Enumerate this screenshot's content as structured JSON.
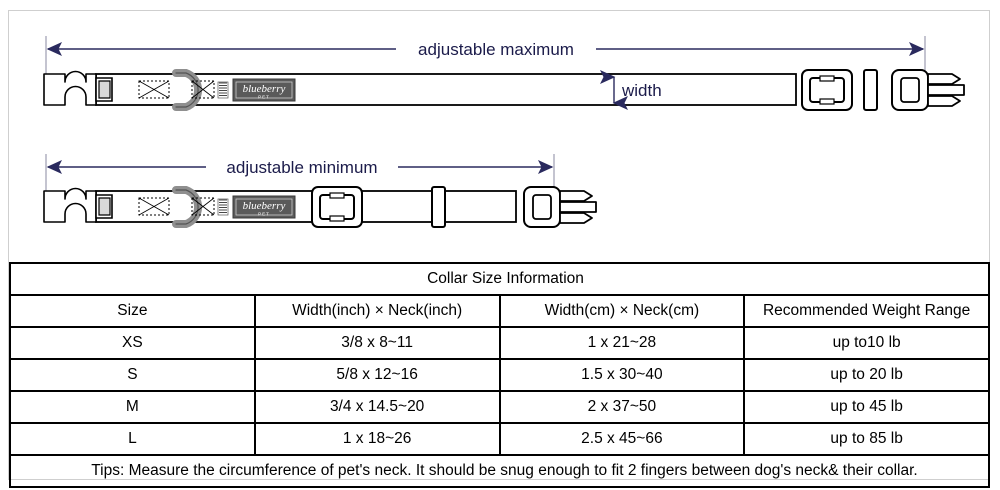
{
  "diagram": {
    "max_label": "adjustable maximum",
    "min_label": "adjustable minimum",
    "width_label": "width",
    "brand_name": "blueberry",
    "brand_sub": "PET",
    "colors": {
      "dimension_line": "#2a2a5e",
      "strap_outline": "#000000",
      "hardware_gray": "#9a9a9a",
      "label_patch": "#5a5a5a",
      "frame": "#cfcfcf"
    }
  },
  "table": {
    "title": "Collar Size Information",
    "headers": [
      "Size",
      "Width(inch)  ×  Neck(inch)",
      "Width(cm)  ×  Neck(cm)",
      "Recommended Weight Range"
    ],
    "rows": [
      [
        "XS",
        "3/8 x 8~11",
        "1 x 21~28",
        "up to10 lb"
      ],
      [
        "S",
        "5/8 x 12~16",
        "1.5 x 30~40",
        "up to 20 lb"
      ],
      [
        "M",
        "3/4 x 14.5~20",
        "2 x 37~50",
        "up to 45 lb"
      ],
      [
        "L",
        "1 x 18~26",
        "2.5 x 45~66",
        "up to 85 lb"
      ]
    ],
    "tips": "Tips: Measure the circumference of pet's neck. It should be snug enough to fit 2 fingers between dog's neck& their collar."
  }
}
